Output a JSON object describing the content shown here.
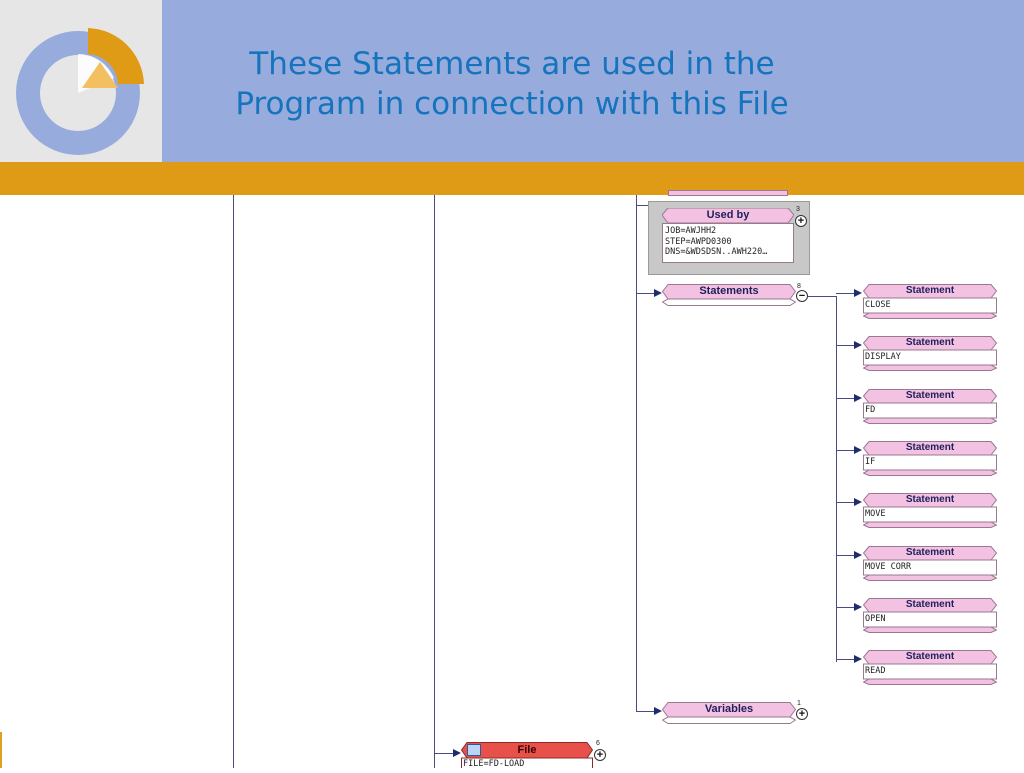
{
  "slide": {
    "title_line1": "These Statements are used in the",
    "title_line2": "Program in connection with this File"
  },
  "diagram": {
    "used_by": {
      "label": "Used by",
      "count": "3",
      "lines": [
        "JOB=AWJHH2",
        "STEP=AWPD0300",
        "DNS=&WDSDSN..AWH220…"
      ]
    },
    "statements_node": {
      "label": "Statements",
      "count": "8"
    },
    "statements": [
      {
        "header": "Statement",
        "value": "CLOSE"
      },
      {
        "header": "Statement",
        "value": "DISPLAY"
      },
      {
        "header": "Statement",
        "value": "FD"
      },
      {
        "header": "Statement",
        "value": "IF"
      },
      {
        "header": "Statement",
        "value": "MOVE"
      },
      {
        "header": "Statement",
        "value": "MOVE CORR"
      },
      {
        "header": "Statement",
        "value": "OPEN"
      },
      {
        "header": "Statement",
        "value": "READ"
      }
    ],
    "variables_node": {
      "label": "Variables",
      "count": "1"
    },
    "file_node": {
      "label": "File",
      "count": "6",
      "value": "FILE=FD-LOAD"
    }
  },
  "colors": {
    "header_bg": "#97acdc",
    "accent_band": "#df9b16",
    "title_text": "#1673be",
    "node_pink": "#f3c2e2",
    "file_red": "#e8504a",
    "connector": "#4a4a86"
  }
}
